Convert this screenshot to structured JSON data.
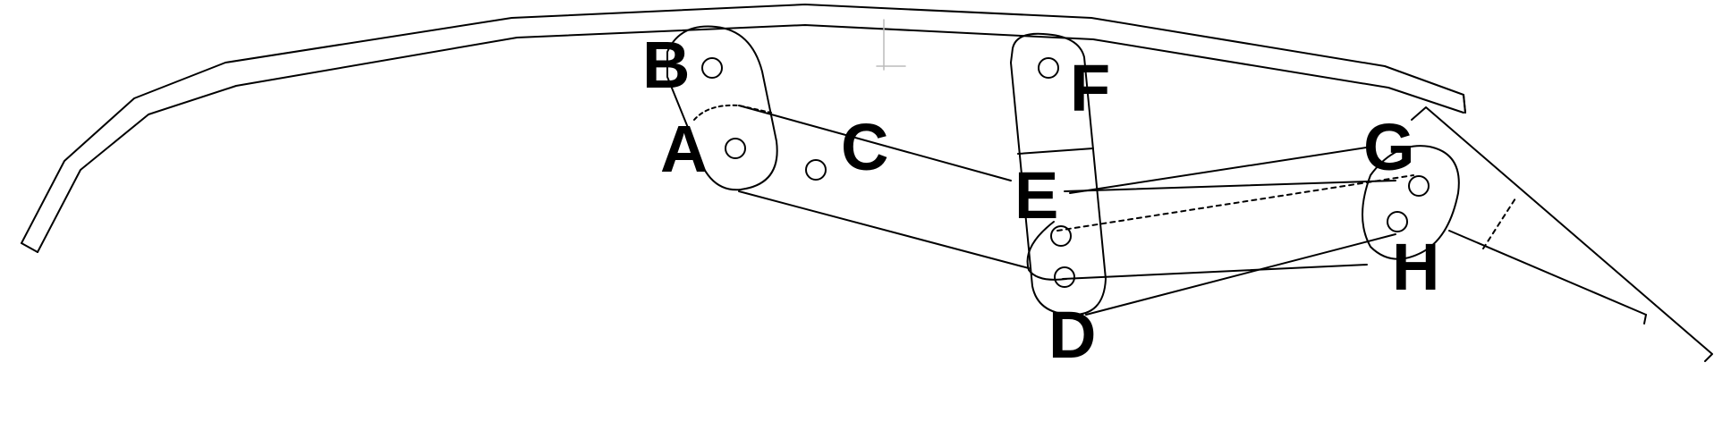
{
  "labels": {
    "a": "A",
    "b": "B",
    "c": "C",
    "d": "D",
    "e": "E",
    "f": "F",
    "g": "G",
    "h": "H"
  },
  "colors": {
    "background": "#ffffff",
    "line": "#000000",
    "faint": "#bbbbbb"
  }
}
